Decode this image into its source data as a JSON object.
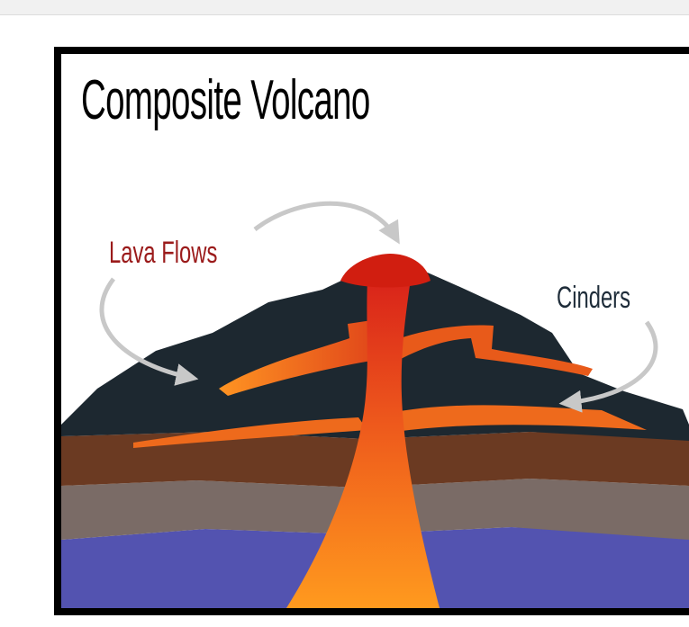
{
  "title": "Composite Volcano",
  "labels": {
    "lava_flows": "Lava Flows",
    "cinders": "Cinders"
  },
  "colors": {
    "cinder_cone": "#1d2830",
    "lava_flows": "#e8581a",
    "vent_top": "#d11e10",
    "magma_conduit": "#ff8c1a",
    "lava_label": "#9b1b1b",
    "cinders_label": "#1f2d3a",
    "rock_layer_brown": "#6b3a22",
    "rock_layer_gray": "#7a6b66",
    "rock_layer_blue": "#5353b0",
    "arrows": "#c8c8c8"
  }
}
